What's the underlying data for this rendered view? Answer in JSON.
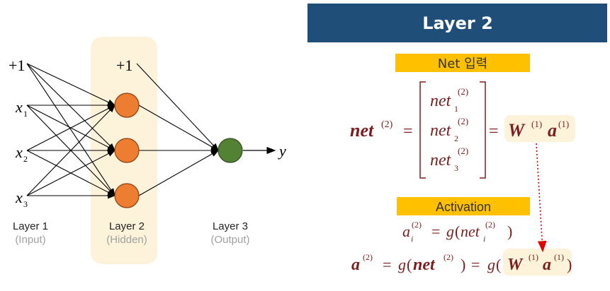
{
  "network": {
    "input_bias": "+1",
    "inputs": [
      {
        "base": "x",
        "sub": "1"
      },
      {
        "base": "x",
        "sub": "2"
      },
      {
        "base": "x",
        "sub": "3"
      }
    ],
    "hidden_bias": "+1",
    "output": "y",
    "layer_labels": [
      {
        "name": "Layer 1",
        "role": "(Input)"
      },
      {
        "name": "Layer 2",
        "role": "(Hidden)"
      },
      {
        "name": "Layer 3",
        "role": "(Output)"
      }
    ],
    "colors": {
      "hidden_node": "#ed7d31",
      "output_node": "#548235",
      "highlight": "#fdf2da",
      "edge": "#000000"
    }
  },
  "panel": {
    "title": "Layer 2",
    "title_bg": "#1f4e79",
    "net_header": "Net 입력",
    "activation_header": "Activation",
    "header_bg": "#ffc000",
    "net_equation": {
      "lhs": "net",
      "lhs_sup": "(2)",
      "rows": [
        {
          "base": "net",
          "sub": "1",
          "sup": "(2)"
        },
        {
          "base": "net",
          "sub": "2",
          "sup": "(2)"
        },
        {
          "base": "net",
          "sub": "3",
          "sup": "(2)"
        }
      ],
      "rhs_W": "W",
      "rhs_W_sup": "(1)",
      "rhs_a": "a",
      "rhs_a_sup": "(1)"
    },
    "activation_equation": {
      "a": "a",
      "a_sub": "i",
      "a_sup": "(2)",
      "g": "g",
      "net": "net",
      "net_sub": "i",
      "net_sup": "(2)"
    },
    "vector_equation": {
      "a": "a",
      "a_sup": "(2)",
      "g": "g",
      "net": "net",
      "net_sup": "(2)",
      "W": "W",
      "W_sup": "(1)",
      "a1": "a",
      "a1_sup": "(1)"
    },
    "text_color": "#7b1e1e",
    "arrow_color": "#e00000"
  }
}
